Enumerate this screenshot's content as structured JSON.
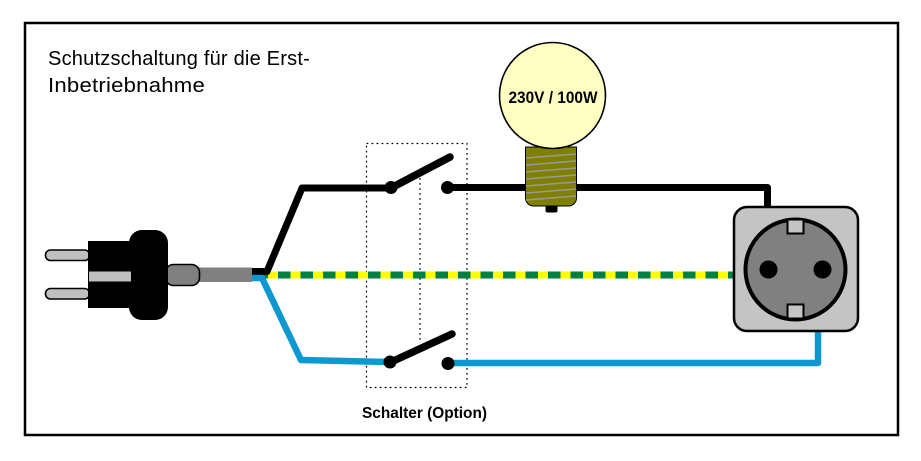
{
  "diagram": {
    "title_line1": "Schutzschaltung für die Erst-",
    "title_line2": "Inbetriebnahme",
    "bulb_label": "230V / 100W",
    "switch_label": "Schalter (Option)"
  },
  "components": {
    "plug": "schuko-plug-icon",
    "bulb": "light-bulb-icon",
    "socket": "schuko-socket-icon",
    "switch": "double-pole-switch-icon",
    "wires": [
      "live-wire-black",
      "pe-wire-green-yellow",
      "neutral-wire-blue"
    ]
  },
  "colors": {
    "wire_live": "#000000",
    "wire_neutral": "#0D98D0",
    "wire_pe_yellow": "#FFFF00",
    "wire_pe_green": "#008040",
    "bulb_glass": "#FFFFC4",
    "bulb_base": "#7F7F00",
    "bulb_thread": "#9A9A9A",
    "plug_pin": "#C0C0C0",
    "cable_sheath": "#808080",
    "socket_body": "#C4C4C4",
    "socket_face": "#808080"
  }
}
